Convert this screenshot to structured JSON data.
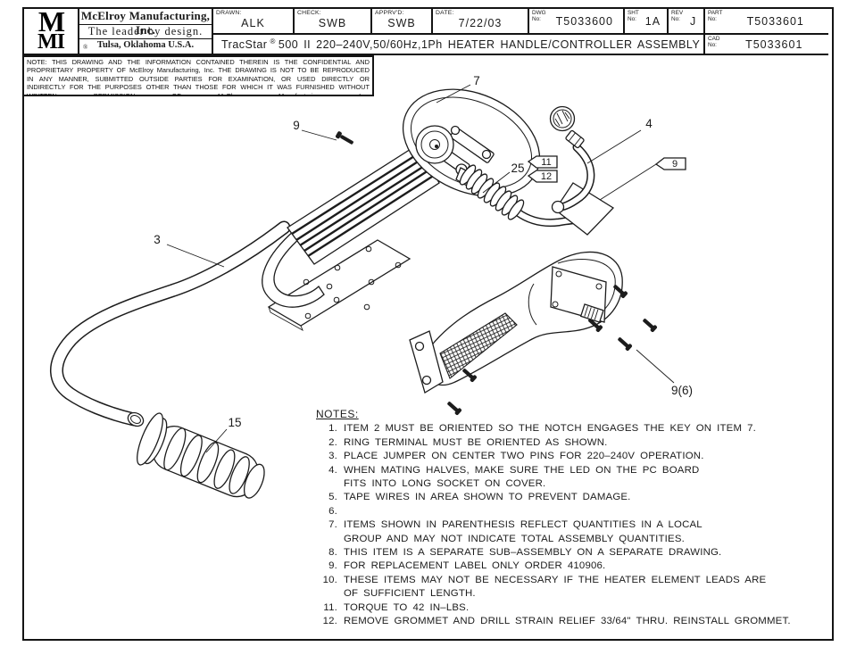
{
  "title_block": {
    "logo": {
      "top": "M",
      "bottom": "MI"
    },
    "company": "McElroy Manufacturing, Inc.",
    "tagline": "The leader by design.",
    "registered_mark": "®",
    "location": "Tulsa, Oklahoma U.S.A.",
    "drawn_label": "DRAWN:",
    "drawn_value": "ALK",
    "check_label": "CHECK:",
    "check_value": "SWB",
    "apprvd_label": "APPRV'D:",
    "apprvd_value": "SWB",
    "date_label": "DATE:",
    "date_value": "7/22/03",
    "no_label": "No:",
    "dwg_label": "DWG",
    "dwg_value": "T5033600",
    "sht_label": "SHT",
    "sht_value": "1A",
    "rev_label": "REV",
    "rev_value": "J",
    "part_label": "PART",
    "part_value": "T5033601",
    "cad_label": "CAD",
    "cad_value": "T5033601",
    "product": "TracStar",
    "product_reg": "®",
    "title_rest": "500 II 220–240V,50/60Hz,1Ph HEATER HANDLE/CONTROLLER ASSEMBLY"
  },
  "confidential_note": "NOTE: THIS DRAWING AND THE INFORMATION CONTAINED THEREIN IS THE CONFIDENTIAL AND PROPRIETARY PROPERTY OF McElroy Manufacturing, Inc. THE DRAWING IS NOT TO BE REPRODUCED IN ANY MANNER, SUBMITTED OUTSIDE PARTIES FOR EXAMINATION, OR USED DIRECTLY OR INDIRECTLY FOR THE PURPOSES OTHER THAN THOSE FOR WHICH IT WAS FURNISHED WITHOUT WRITTEN PERMISSION OF McElroy Manufacturing, Inc.",
  "callouts": {
    "head": "7",
    "screw_single": "9",
    "coil": "25",
    "flag_a": "11",
    "flag_b": "12",
    "cable": "4",
    "flag_label": "9",
    "tube": "3",
    "grip": "15",
    "screw_group": "9(6)"
  },
  "notes": {
    "header": "NOTES:",
    "items": [
      {
        "num": "1.",
        "text": "ITEM 2 MUST BE ORIENTED SO THE NOTCH ENGAGES THE KEY ON ITEM 7."
      },
      {
        "num": "2.",
        "text": "RING TERMINAL MUST BE ORIENTED AS SHOWN."
      },
      {
        "num": "3.",
        "text": "PLACE JUMPER ON CENTER TWO PINS FOR 220–240V OPERATION."
      },
      {
        "num": "4.",
        "text": "WHEN MATING HALVES, MAKE SURE THE LED ON THE PC BOARD\nFITS INTO LONG SOCKET ON COVER."
      },
      {
        "num": "5.",
        "text": "TAPE WIRES IN AREA SHOWN TO PREVENT DAMAGE."
      },
      {
        "num": "6.",
        "text": ""
      },
      {
        "num": "7.",
        "text": "ITEMS SHOWN IN PARENTHESIS REFLECT QUANTITIES IN A LOCAL\nGROUP AND MAY NOT INDICATE TOTAL ASSEMBLY QUANTITIES."
      },
      {
        "num": "8.",
        "text": "THIS ITEM IS A SEPARATE SUB–ASSEMBLY ON A SEPARATE DRAWING."
      },
      {
        "num": "9.",
        "text": "FOR REPLACEMENT LABEL ONLY ORDER 410906."
      },
      {
        "num": "10.",
        "text": "THESE ITEMS MAY NOT BE NECESSARY IF THE HEATER ELEMENT LEADS ARE\nOF SUFFICIENT LENGTH."
      },
      {
        "num": "11.",
        "text": "TORQUE TO 42 IN–LBS."
      },
      {
        "num": "12.",
        "text": "REMOVE GROMMET AND DRILL STRAIN RELIEF 33/64\" THRU. REINSTALL GROMMET."
      }
    ]
  }
}
